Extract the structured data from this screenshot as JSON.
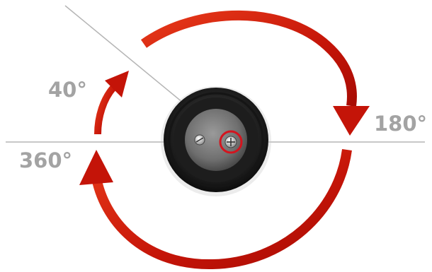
{
  "labels": {
    "angle_40": "40°",
    "angle_180": "180°",
    "angle_360": "360°"
  },
  "icons": {
    "knob": "rotary-knob-icon",
    "screw": "screw-icon",
    "adjust_screw": "crosshead-screw-icon"
  },
  "colors": {
    "arrow": "#c81a0a",
    "line": "#b5b5b5",
    "label": "#a3a3a3",
    "highlight_ring": "#d4141e"
  }
}
